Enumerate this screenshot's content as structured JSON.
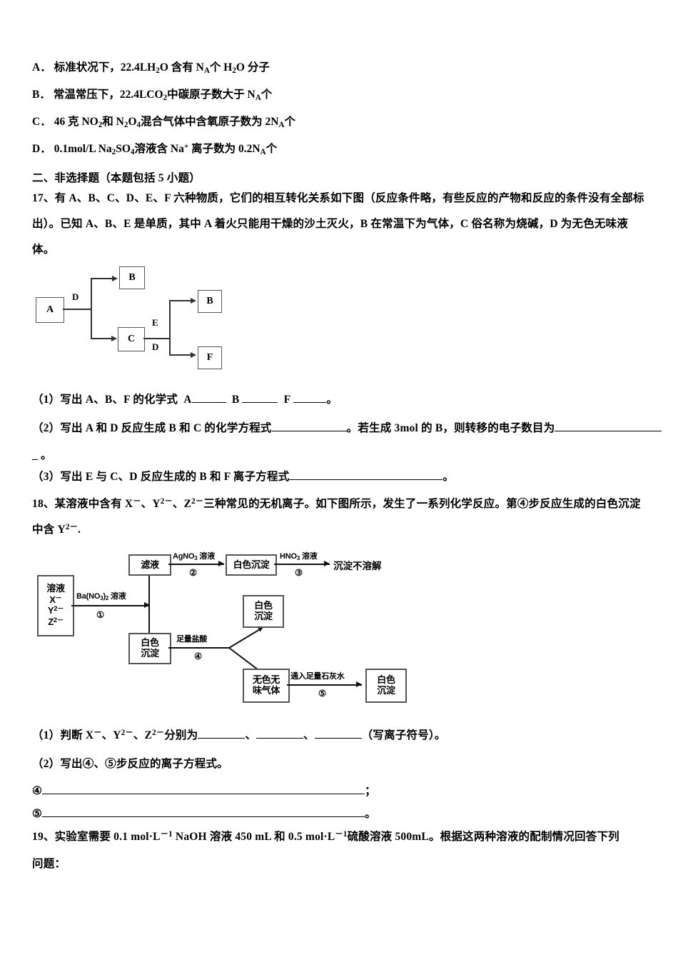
{
  "choices": [
    {
      "label": "A．",
      "text_parts": [
        "标准状况下，",
        "22.4LH",
        "2",
        "O 含有 N",
        "A",
        "个 H",
        "2",
        "O 分子"
      ],
      "plain": "A．标准状况下，22.4LH2O 含有 NA个 H2O 分子"
    },
    {
      "label": "B．",
      "plain": "B．常温常压下，22.4LCO2中碳原子数大于 NA个"
    },
    {
      "label": "C．",
      "plain": "C．46 克 NO2和 N2O4混合气体中含氧原子数为 2NA个"
    },
    {
      "label": "D．",
      "plain": "D．0.1mol/L Na2SO4溶液含 Na+ 离子数为 0.2NA个"
    }
  ],
  "section_heading": "二、非选择题（本题包括 5 小题）",
  "q17": {
    "number": "17、",
    "stem_line1": "有 A、B、C、D、E、F 六种物质，它们的相互转化关系如下图（反应条件略，有些反应的产物和反应的条件没有全部标",
    "stem_line2": "出）。已知 A、B、E 是单质，其中 A 着火只能用干燥的沙土灭火，B 在常温下为气体，C 俗名称为烧碱，D 为无色无味液",
    "stem_line3": "体。",
    "sub1_pre": "（1）写出 A、B、F 的化学式",
    "sub1_a": "A",
    "sub1_b": "B",
    "sub1_f": "F",
    "sub1_end": "。",
    "sub2_pre": "（2）写出 A 和 D 反应生成 B 和 C 的化学方程式",
    "sub2_mid": "。若生成 3mol 的 B，则转移的电子数目为",
    "sub2_tail": "_ 。",
    "sub3_pre": "（3）写出 E 与 C、D 反应生成的 B 和 F 离子方程式",
    "sub3_end": "。"
  },
  "diagram1": {
    "boxes": [
      {
        "name": "box-a",
        "label": "A"
      },
      {
        "name": "box-b-top",
        "label": "B"
      },
      {
        "name": "box-c",
        "label": "C"
      },
      {
        "name": "box-b-right",
        "label": "B"
      },
      {
        "name": "box-f",
        "label": "F"
      }
    ],
    "edge_labels": [
      {
        "name": "label-d-left",
        "text": "D"
      },
      {
        "name": "label-e",
        "text": "E"
      },
      {
        "name": "label-d-right",
        "text": "D"
      }
    ]
  },
  "q18": {
    "number": "18、",
    "stem_line1": "某溶液中含有 X－、Y2－、Z2－三种常见的无机离子。如下图所示，发生了一系列化学反应。第④步反应生成的白色沉淀",
    "stem_line2": "中含 Y2－.",
    "sub1": "（1）判断 X－、Y2－、Z2－分别为",
    "sub1_sep1": "、",
    "sub1_sep2": "、",
    "sub1_end": "（写离子符号）。",
    "sub2": "（2）写出④、⑤步反应的离子方程式。",
    "blank4_label": "④",
    "blank4_end": "；",
    "blank5_label": "⑤",
    "blank5_end": "。"
  },
  "diagram2": {
    "source_box": {
      "title": "溶液",
      "ions": [
        "X－",
        "Y2－",
        "Z2－"
      ]
    },
    "boxes": [
      {
        "name": "filtrate-box",
        "text": "滤液"
      },
      {
        "name": "white-precipitate-1",
        "text": "白色沉淀"
      },
      {
        "name": "white-precipitate-main",
        "lines": [
          "白色",
          "沉淀"
        ]
      },
      {
        "name": "white-precipitate-branch",
        "lines": [
          "白色",
          "沉淀"
        ]
      },
      {
        "name": "colorless-odorless-gas",
        "lines": [
          "无色无",
          "味气体"
        ]
      },
      {
        "name": "white-precipitate-final",
        "lines": [
          "白色",
          "沉淀"
        ]
      }
    ],
    "result_text": "沉淀不溶解",
    "reagents": [
      {
        "name": "reagent-1",
        "text": "Ba(NO3)2 溶液",
        "step": "①"
      },
      {
        "name": "reagent-2",
        "text": "AgNO3 溶液",
        "step": "②"
      },
      {
        "name": "reagent-3",
        "text": "HNO3 溶液",
        "step": "③"
      },
      {
        "name": "reagent-4",
        "text": "足量盐酸",
        "step": "④"
      },
      {
        "name": "reagent-5",
        "text": "通入足量石灰水",
        "step": "⑤"
      }
    ]
  },
  "q19": {
    "number": "19、",
    "line1": "实验室需要 0.1 mol·L－1 NaOH 溶液 450 mL 和 0.5 mol·L－1硫酸溶液 500mL。根据这两种溶液的配制情况回答下列",
    "line2": "问题："
  }
}
